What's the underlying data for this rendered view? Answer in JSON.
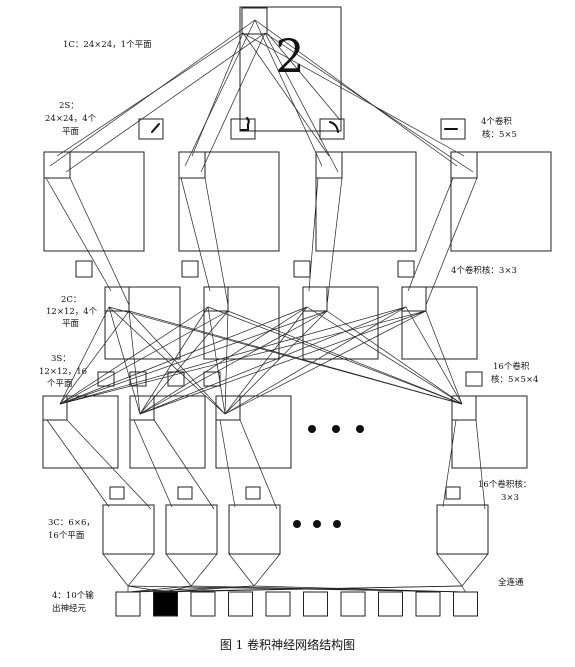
{
  "input_digit": "2",
  "labels": {
    "l1": "1C：24×24，1个平面",
    "l2a": "2S：",
    "l2b": "24×24，4个",
    "l2c": "平面",
    "k1a": "4个卷积",
    "k1b": "核：5×5",
    "k2": "4个卷积核：3×3",
    "l3a": "2C：",
    "l3b": "12×12，4个",
    "l3c": "平面",
    "l4a": "3S：",
    "l4b": "12×12，16",
    "l4c": "个平面",
    "k3a": "16个卷积",
    "k3b": "核：5×5×4",
    "k4a": "16个卷积核：",
    "k4b": "3×3",
    "l5a": "3C：6×6，",
    "l5b": "16个平面",
    "l6a": "4：10个输",
    "l6b": "出神经元",
    "fc": "全连通"
  },
  "caption": "图 1    卷积神经网络结构图"
}
